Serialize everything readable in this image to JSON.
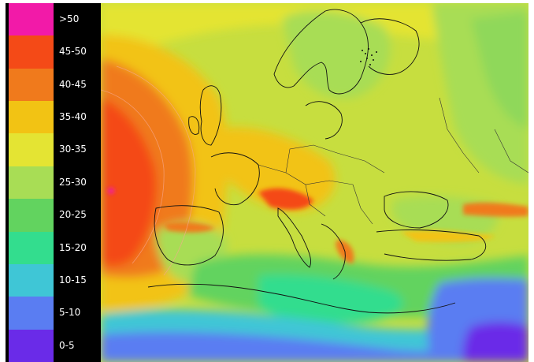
{
  "legend": {
    "items": [
      {
        "label": ">50",
        "color": "#f21aa8"
      },
      {
        "label": "45-50",
        "color": "#f44a17"
      },
      {
        "label": "40-45",
        "color": "#f07a1c"
      },
      {
        "label": "35-40",
        "color": "#f2c314"
      },
      {
        "label": "30-35",
        "color": "#e4e433"
      },
      {
        "label": "25-30",
        "color": "#a8dd55"
      },
      {
        "label": "20-25",
        "color": "#62d35f"
      },
      {
        "label": "15-20",
        "color": "#33dd8e"
      },
      {
        "label": "10-15",
        "color": "#3fc6d6"
      },
      {
        "label": "5-10",
        "color": "#5a7df2"
      },
      {
        "label": "0-5",
        "color": "#6a2be8"
      }
    ]
  }
}
